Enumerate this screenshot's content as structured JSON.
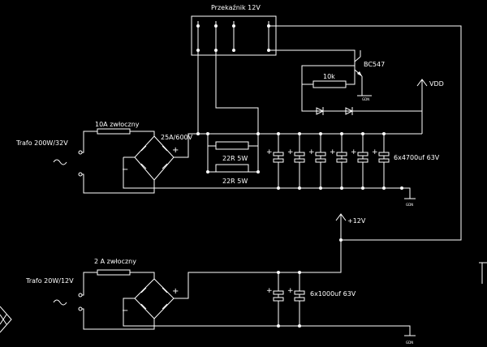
{
  "colors": {
    "background": "#000000",
    "line": "#ffffff",
    "text": "#ffffff"
  },
  "labels": {
    "relay": "Przekaźnik 12V",
    "transistor": "BC547",
    "resistor_10k": "10k",
    "vdd": "VDD",
    "fuse_top": "10A zwłoczny",
    "bridge_top": "25A/600V",
    "trafo_top": "Trafo 200W/32V",
    "res_top": "22R 5W",
    "res_bottom": "22R 5W",
    "caps_top": "6x4700uf 63V",
    "plus12": "+12V",
    "fuse_bottom": "2 A zwłoczny",
    "trafo_bottom": "Trafo 20W/12V",
    "caps_bottom": "6x1000uf 63V",
    "gnd": "GDN"
  },
  "icons": [
    "ac-source-icon",
    "ground-icon",
    "diode-icon",
    "capacitor-icon",
    "resistor-icon",
    "transistor-icon",
    "arrow-up-icon",
    "bridge-rectifier-icon"
  ]
}
